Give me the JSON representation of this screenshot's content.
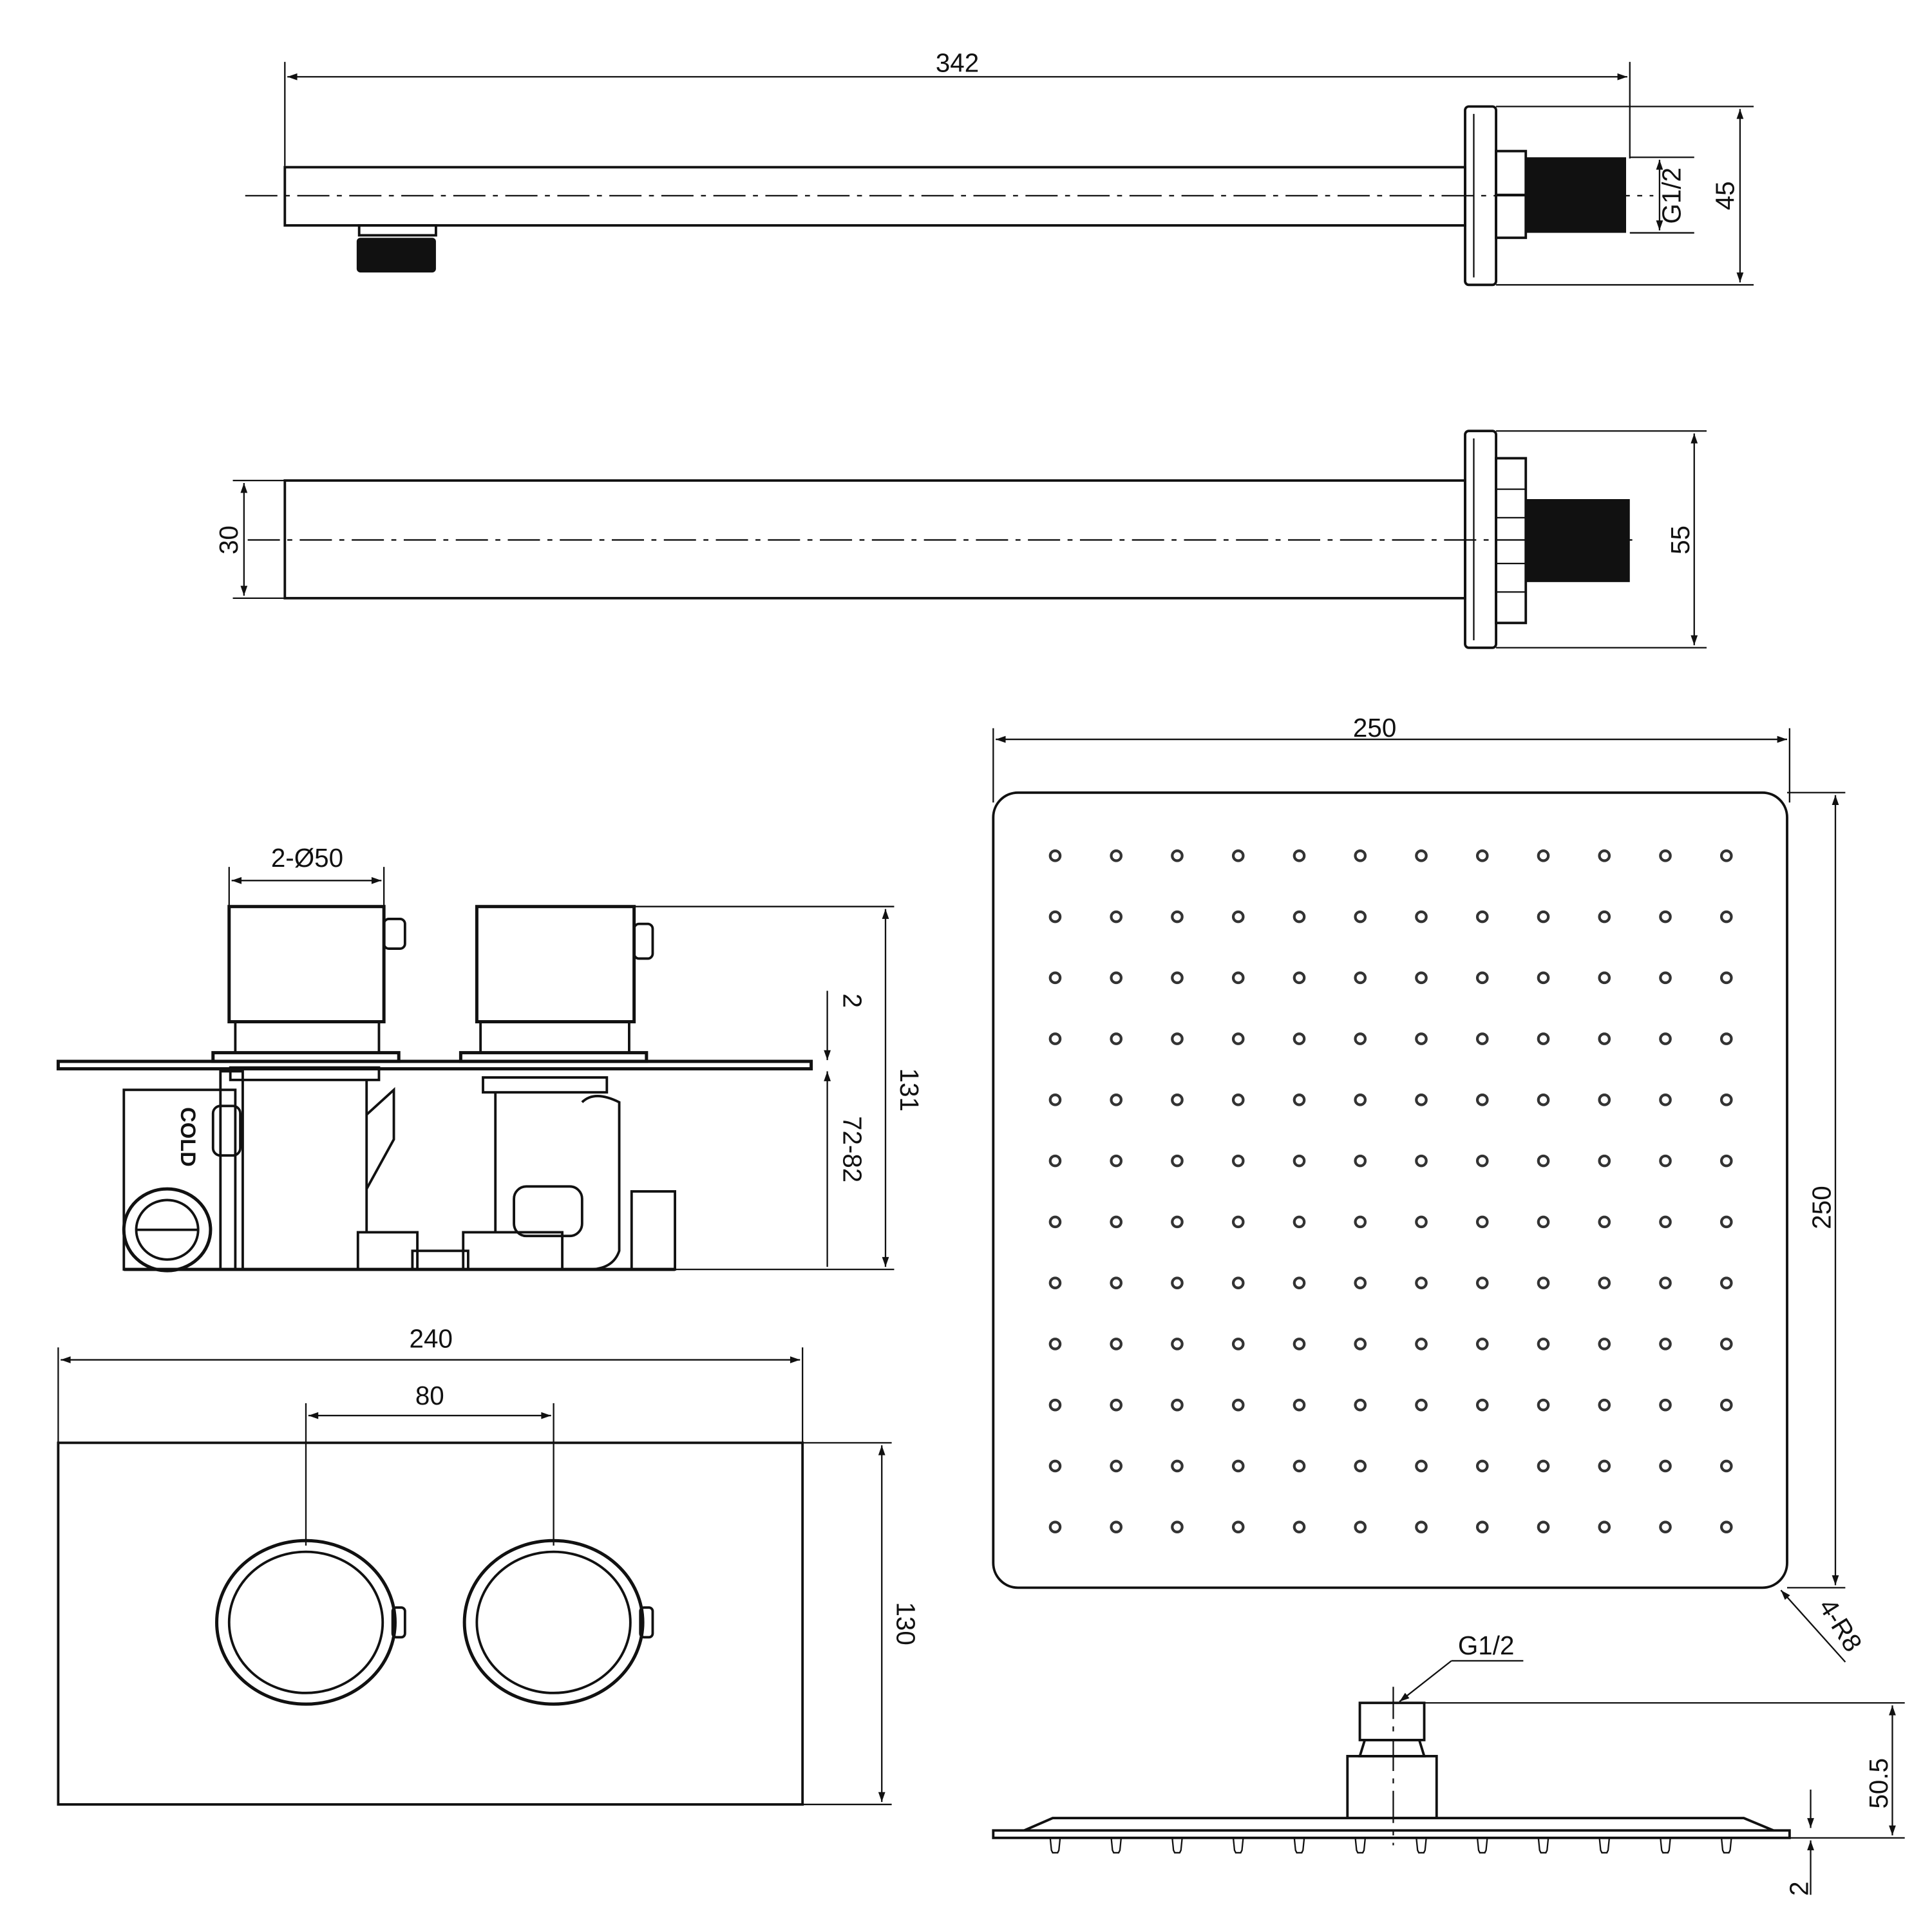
{
  "drawing": {
    "arm_top_view": {
      "length": "342",
      "thread": "G1/2",
      "flange_height": "45"
    },
    "arm_side_view": {
      "arm_height": "30",
      "flange_height": "55"
    },
    "valve_side_view": {
      "handle_diameter": "2-Ø50",
      "plate_thickness": "2",
      "depth_range": "72-82",
      "total_depth": "131",
      "body_label": "COLD"
    },
    "valve_front_view": {
      "plate_width": "240",
      "handle_spacing": "80",
      "plate_height": "130"
    },
    "shower_head_top_view": {
      "width": "250",
      "height": "250",
      "corner_radius": "4-R8",
      "nozzle_rows": 12,
      "nozzle_cols": 12
    },
    "shower_head_side_view": {
      "thread": "G1/2",
      "height": "50.5",
      "plate_thickness": "2"
    }
  }
}
